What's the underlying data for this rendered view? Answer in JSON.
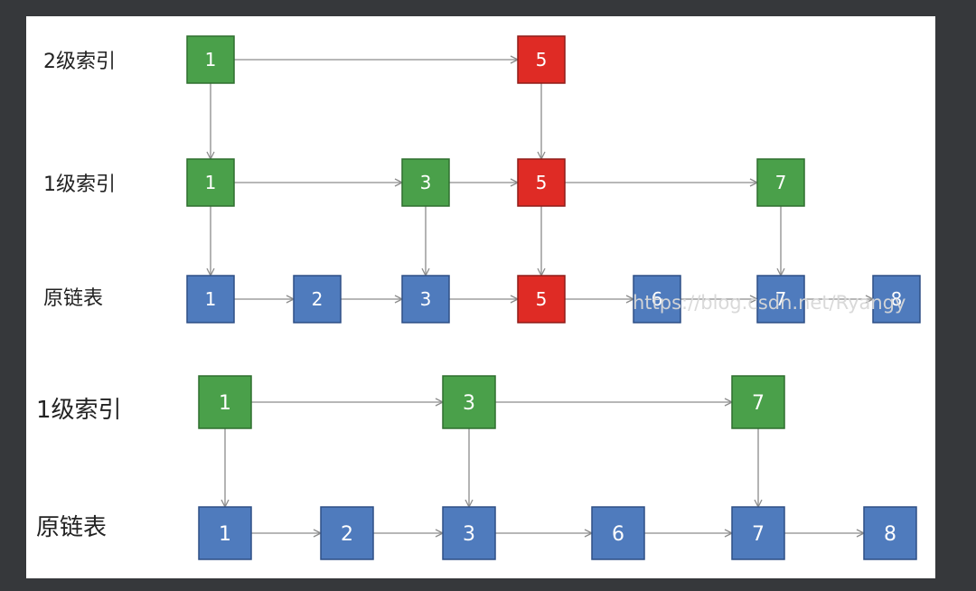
{
  "colors": {
    "frame": "#36383b",
    "canvas": "#ffffff",
    "green_fill": "#4aa04a",
    "green_edge": "#2e6f2e",
    "red_fill": "#df2b25",
    "red_edge": "#8f1c18",
    "blue_fill": "#4f7bbd",
    "blue_edge": "#2e4f85",
    "arrow": "#8c8c8c",
    "label_text": "#222222",
    "node_text": "#ffffff",
    "watermark": "#d8d8d8"
  },
  "diagram1": {
    "labels": {
      "level2": "2级索引",
      "level1": "1级索引",
      "base": "原链表"
    },
    "level2": [
      {
        "text": "1",
        "color": "green"
      },
      {
        "text": "5",
        "color": "red"
      }
    ],
    "level1": [
      {
        "text": "1",
        "color": "green"
      },
      {
        "text": "3",
        "color": "green"
      },
      {
        "text": "5",
        "color": "red"
      },
      {
        "text": "7",
        "color": "green"
      }
    ],
    "base": [
      {
        "text": "1",
        "color": "blue"
      },
      {
        "text": "2",
        "color": "blue"
      },
      {
        "text": "3",
        "color": "blue"
      },
      {
        "text": "5",
        "color": "red"
      },
      {
        "text": "6",
        "color": "blue"
      },
      {
        "text": "7",
        "color": "blue"
      },
      {
        "text": "8",
        "color": "blue"
      }
    ],
    "watermark": "https://blog.csdn.net/Ryangy"
  },
  "diagram2": {
    "labels": {
      "level1": "1级索引",
      "base": "原链表"
    },
    "level1": [
      {
        "text": "1",
        "color": "green"
      },
      {
        "text": "3",
        "color": "green"
      },
      {
        "text": "7",
        "color": "green"
      }
    ],
    "base": [
      {
        "text": "1",
        "color": "blue"
      },
      {
        "text": "2",
        "color": "blue"
      },
      {
        "text": "3",
        "color": "blue"
      },
      {
        "text": "6",
        "color": "blue"
      },
      {
        "text": "7",
        "color": "blue"
      },
      {
        "text": "8",
        "color": "blue"
      }
    ]
  }
}
